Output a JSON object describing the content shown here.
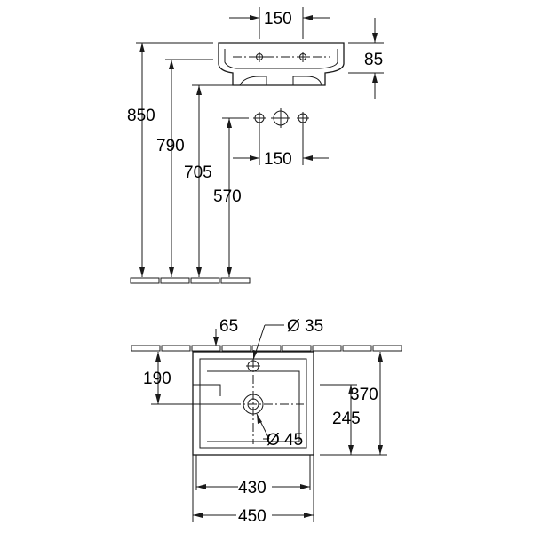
{
  "side_view": {
    "top_width_label": "150",
    "rim_height_label": "85",
    "height_850_label": "850",
    "height_790_label": "790",
    "height_705_label": "705",
    "height_570_label": "570",
    "drain_spacing_label": "150"
  },
  "plan_view": {
    "offset_65_label": "65",
    "tap_hole_diameter_label": "Ø 35",
    "depth_190_label": "190",
    "depth_370_label": "370",
    "depth_245_label": "245",
    "waste_diameter_label": "Ø 45",
    "inner_width_label": "430",
    "outer_width_label": "450"
  }
}
